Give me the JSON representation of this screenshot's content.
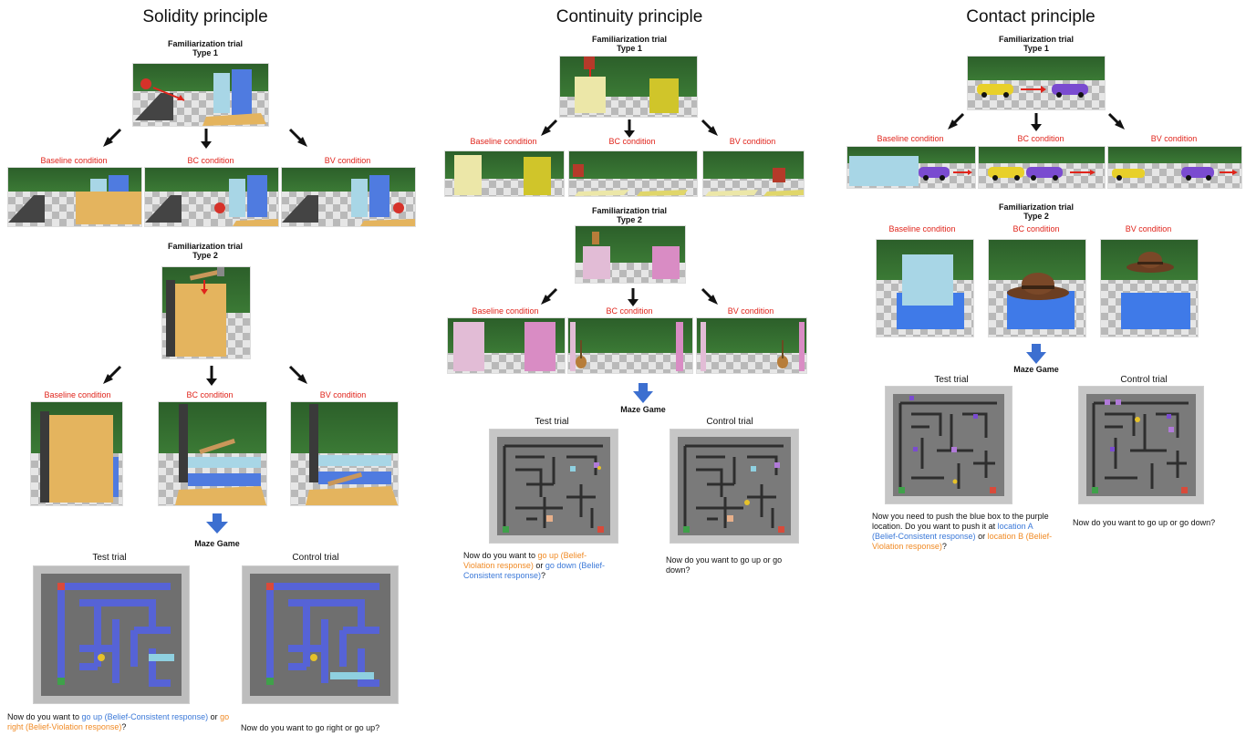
{
  "solidity": {
    "title": "Solidity principle",
    "fam1": {
      "line1": "Familiarization trial",
      "line2": "Type 1"
    },
    "fam1_conditions": [
      "Baseline condition",
      "BC condition",
      "BV condition"
    ],
    "fam2": {
      "line1": "Familiarization trial",
      "line2": "Type 2"
    },
    "fam2_conditions": [
      "Baseline condition",
      "BC condition",
      "BV condition"
    ],
    "maze_label": "Maze Game",
    "test_label": "Test trial",
    "control_label": "Control trial",
    "test_question": {
      "p1": "Now do you want to ",
      "opt1": "go up (Belief-Consistent response)",
      "p2": " or ",
      "opt2": "go right (Belief-Violation response)",
      "p3": "?"
    },
    "control_question": "Now do you want to go right or go up?"
  },
  "continuity": {
    "title": "Continuity principle",
    "fam1": {
      "line1": "Familiarization trial",
      "line2": "Type 1"
    },
    "fam1_conditions": [
      "Baseline condition",
      "BC condition",
      "BV condition"
    ],
    "fam2": {
      "line1": "Familiarization trial",
      "line2": "Type 2"
    },
    "fam2_conditions": [
      "Baseline condition",
      "BC condition",
      "BV condition"
    ],
    "maze_label": "Maze Game",
    "test_label": "Test trial",
    "control_label": "Control trial",
    "test_question": {
      "p1": "Now do you want to ",
      "opt1": "go up (Belief-Violation response)",
      "p2": " or ",
      "opt2": "go down (Belief-Consistent response)",
      "p3": "?"
    },
    "control_question": "Now do you want to go up or go down?"
  },
  "contact": {
    "title": "Contact principle",
    "fam1": {
      "line1": "Familiarization trial",
      "line2": "Type 1"
    },
    "fam1_conditions": [
      "Baseline condition",
      "BC condition",
      "BV condition"
    ],
    "fam2": {
      "line1": "Familiarization trial",
      "line2": "Type 2"
    },
    "fam2_conditions": [
      "Baseline condition",
      "BC condition",
      "BV condition"
    ],
    "maze_label": "Maze Game",
    "test_label": "Test trial",
    "control_label": "Control trial",
    "test_question": {
      "p1": "Now you need to push the blue box to the purple location. Do you want to push it at ",
      "opt1": "location A (Belief-Consistent response)",
      "p2": " or ",
      "opt2": "location B (Belief-Violation response)",
      "p3": "?"
    },
    "control_question": "Now do you want to go up or go down?"
  },
  "colors": {
    "condition_red": "#e0241b",
    "belief_consistent_blue": "#3a78d8",
    "belief_violation_orange": "#f08a24",
    "scene_wall_green": "#2f6a2c",
    "arrow_blue": "#3c6fd0"
  }
}
